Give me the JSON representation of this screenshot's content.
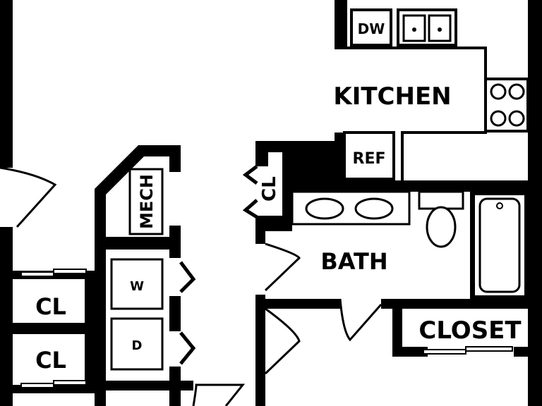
{
  "rooms": {
    "kitchen": "KITCHEN",
    "bath": "BATH",
    "closet": "CLOSET",
    "closet_left_upper": "CL",
    "closet_left_lower": "CL",
    "closet_hall": "CL"
  },
  "fixtures": {
    "dishwasher": "DW",
    "refrigerator": "REF",
    "mechanical": "MECH",
    "washer": "W",
    "dryer": "D"
  }
}
